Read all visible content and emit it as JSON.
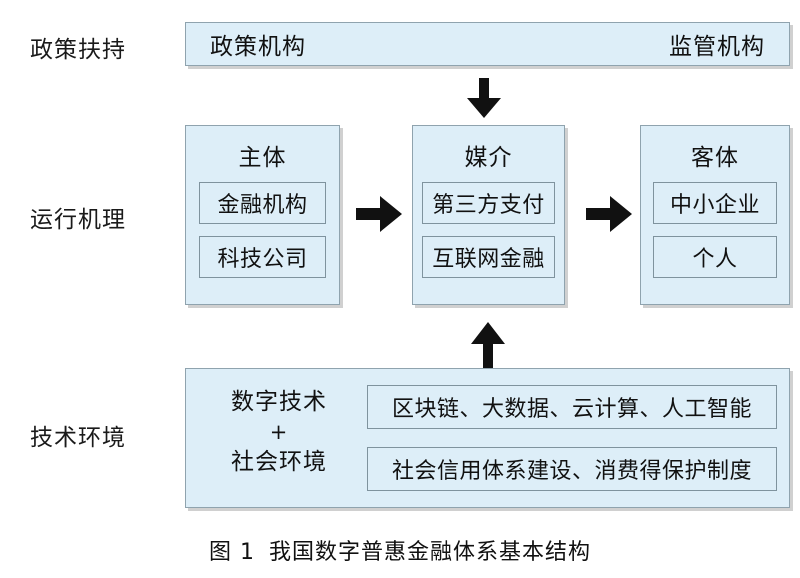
{
  "figure": {
    "caption_label": "图 1",
    "caption_title": "我国数字普惠金融体系基本结构",
    "colors": {
      "panel_fill": "#ddeef8",
      "panel_border": "#8fa3ae",
      "chip_border": "#7f939e",
      "arrow": "#111111",
      "text": "#111111",
      "background": "#ffffff"
    }
  },
  "rows": {
    "policy": {
      "label": "政策扶持"
    },
    "mechanism": {
      "label": "运行机理"
    },
    "environment": {
      "label": "技术环境"
    }
  },
  "policy_band": {
    "left_text": "政策机构",
    "right_text": "监管机构"
  },
  "mechanism": {
    "columns": [
      {
        "title": "主体",
        "items": [
          "金融机构",
          "科技公司"
        ]
      },
      {
        "title": "媒介",
        "items": [
          "第三方支付",
          "互联网金融"
        ]
      },
      {
        "title": "客体",
        "items": [
          "中小企业",
          "个人"
        ]
      }
    ]
  },
  "environment": {
    "left_line1": "数字技术",
    "left_plus": "+",
    "left_line2": "社会环境",
    "chips": [
      "区块链、大数据、云计算、人工智能",
      "社会信用体系建设、消费得保护制度"
    ]
  },
  "arrows": {
    "policy_to_mechanism": "arrow-down-icon",
    "subject_to_medium": "arrow-right-icon",
    "medium_to_object": "arrow-right-icon",
    "environment_to_medium": "arrow-up-icon"
  }
}
